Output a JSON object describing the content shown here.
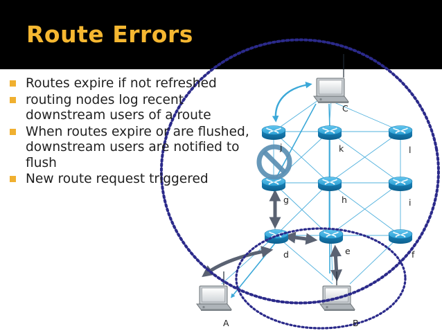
{
  "slide": {
    "title": "Route Errors",
    "bullets": [
      "Routes expire if not refreshed",
      "routing nodes log recent downstream users of a route",
      "When routes expire or are flushed, downstream users are notified to flush",
      "New route request triggered"
    ]
  },
  "diagram": {
    "node_labels": {
      "C": "C",
      "j": "j",
      "k": "k",
      "l": "l",
      "g": "g",
      "h": "h",
      "i": "i",
      "d": "d",
      "e": "e",
      "f": "f",
      "A": "A",
      "B": "B"
    },
    "icons": [
      "laptop-icon",
      "router-icon",
      "no-entry-icon",
      "wireless-link"
    ]
  },
  "colors": {
    "title": "#f5b731",
    "header_bg": "#000000",
    "bullet_marker": "#f0b030",
    "router_blue": "#1e8fc6",
    "dotted_circle": "#2b2a8a",
    "arrow_gray": "#5a6272",
    "arrow_cyan": "#3ba8d8",
    "no_entry": "#5a8fb3"
  }
}
